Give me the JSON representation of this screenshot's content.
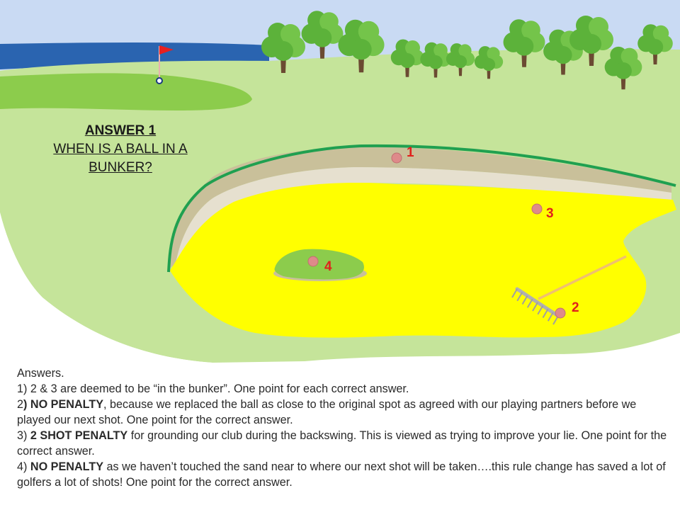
{
  "title": {
    "line1": "ANSWER 1",
    "line2": "WHEN IS A BALL IN A",
    "line3": "BUNKER?"
  },
  "balls": [
    {
      "label": "1"
    },
    {
      "label": "2"
    },
    {
      "label": "3"
    },
    {
      "label": "4"
    }
  ],
  "answers": {
    "heading": "Answers.",
    "a1": "1) 2 & 3 are deemed to be “in the bunker”. One point for each correct answer.",
    "a2_num": "2",
    "a2_bold": ") NO PENALTY",
    "a2_rest": ", because we replaced the ball as close to the original spot as agreed with our playing partners before we played our next shot. One point for the correct answer.",
    "a3_num": "3) ",
    "a3_bold": "2 SHOT PENALTY",
    "a3_rest": " for grounding our club during the backswing. This is viewed as trying to improve your lie.  One point for the correct answer.",
    "a4_num": "4) ",
    "a4_bold": "NO PENALTY",
    "a4_rest": " as we haven’t touched the sand near to where our next shot will be taken….this rule change has saved a lot of golfers a lot of shots! One point for the correct answer."
  },
  "colors": {
    "sky": "#c9daf3",
    "sea": "#2a64b0",
    "grass": "#c5e49a",
    "green_patch": "#8ccc4c",
    "sand": "#ffff00",
    "bunker_lip": "#c9c09a",
    "bunker_edge": "#20a050",
    "ball": "#de8a8a",
    "flag": "#e82020",
    "label_red": "#e0201c"
  }
}
